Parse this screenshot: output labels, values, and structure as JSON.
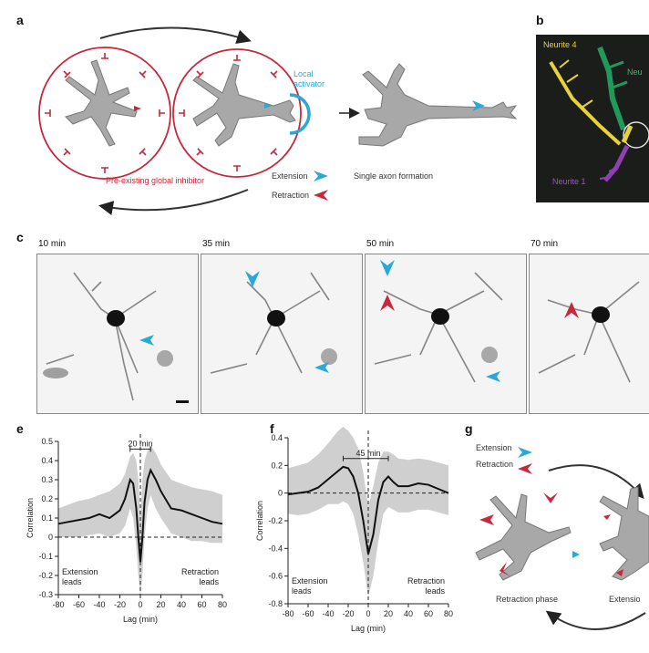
{
  "panels": {
    "a": "a",
    "b": "b",
    "c": "c",
    "e": "e",
    "f": "f",
    "g": "g"
  },
  "panel_a": {
    "local_activator": "Local\nactivator",
    "global_inhibitor": "Pre-existing global inhibitor",
    "extension": "Extension",
    "retraction": "Retraction",
    "single_axon": "Single axon formation"
  },
  "panel_b": {
    "neurite4": "Neurite 4",
    "neurite_top_right": "Neu",
    "neurite1": "Neurite 1"
  },
  "panel_c": {
    "frames": [
      "10 min",
      "35 min",
      "50 min",
      "70 min"
    ]
  },
  "panel_g": {
    "extension": "Extension",
    "retraction": "Retraction",
    "retraction_phase": "Retraction phase",
    "extension_phase": "Extensio"
  },
  "colors": {
    "extension": "#2aa8d8",
    "retraction": "#c8283c",
    "inhibitor": "#c8283c",
    "activator": "#2aa8d8",
    "neuron": "#a8a8a8",
    "band": "#cfcfcf"
  },
  "chart_data": [
    {
      "type": "line",
      "panel": "e",
      "xlabel": "Lag (min)",
      "ylabel": "Correlation",
      "xlim": [
        -80,
        80
      ],
      "ylim": [
        -0.3,
        0.5
      ],
      "xticks": [
        -80,
        -60,
        -40,
        -20,
        0,
        20,
        40,
        60,
        80
      ],
      "yticks": [
        -0.3,
        -0.2,
        -0.1,
        0,
        0.1,
        0.2,
        0.3,
        0.4,
        0.5
      ],
      "annotation": "20 min",
      "left_label": "Extension\nleads",
      "right_label": "Retraction\nleads",
      "x": [
        -80,
        -70,
        -60,
        -50,
        -40,
        -30,
        -20,
        -15,
        -10,
        -7,
        -4,
        -2,
        0,
        2,
        4,
        7,
        10,
        15,
        20,
        30,
        40,
        50,
        60,
        70,
        80
      ],
      "y": [
        0.07,
        0.08,
        0.09,
        0.1,
        0.12,
        0.1,
        0.14,
        0.2,
        0.3,
        0.28,
        0.15,
        0.0,
        -0.13,
        0.0,
        0.18,
        0.3,
        0.35,
        0.3,
        0.24,
        0.15,
        0.14,
        0.12,
        0.1,
        0.08,
        0.07
      ],
      "band_upper": [
        0.15,
        0.17,
        0.19,
        0.2,
        0.22,
        0.24,
        0.28,
        0.33,
        0.42,
        0.44,
        0.4,
        0.3,
        0.1,
        0.3,
        0.4,
        0.45,
        0.48,
        0.44,
        0.38,
        0.3,
        0.28,
        0.26,
        0.25,
        0.24,
        0.22
      ],
      "band_lower": [
        0.0,
        0.0,
        0.0,
        0.01,
        0.02,
        0.0,
        0.02,
        0.06,
        0.15,
        0.1,
        -0.05,
        -0.2,
        -0.3,
        -0.2,
        0.0,
        0.15,
        0.22,
        0.15,
        0.1,
        0.02,
        0.0,
        -0.02,
        -0.02,
        -0.03,
        -0.03
      ]
    },
    {
      "type": "line",
      "panel": "f",
      "xlabel": "Lag (min)",
      "ylabel": "Correlation",
      "xlim": [
        -80,
        80
      ],
      "ylim": [
        -0.8,
        0.4
      ],
      "xticks": [
        -80,
        -60,
        -40,
        -20,
        0,
        20,
        40,
        60,
        80
      ],
      "yticks": [
        -0.8,
        -0.6,
        -0.4,
        -0.2,
        0,
        0.2,
        0.4
      ],
      "annotation": "45 min",
      "left_label": "Extension\nleads",
      "right_label": "Retraction\nleads",
      "x": [
        -80,
        -70,
        -60,
        -50,
        -40,
        -30,
        -25,
        -20,
        -15,
        -10,
        -5,
        0,
        5,
        10,
        15,
        20,
        25,
        30,
        40,
        50,
        60,
        70,
        80
      ],
      "y": [
        -0.01,
        0.0,
        0.01,
        0.04,
        0.1,
        0.16,
        0.19,
        0.18,
        0.12,
        0.0,
        -0.2,
        -0.44,
        -0.3,
        -0.05,
        0.08,
        0.12,
        0.08,
        0.05,
        0.05,
        0.07,
        0.06,
        0.03,
        0.0
      ],
      "band_upper": [
        0.18,
        0.2,
        0.22,
        0.28,
        0.36,
        0.45,
        0.48,
        0.45,
        0.4,
        0.32,
        0.15,
        -0.1,
        0.05,
        0.22,
        0.3,
        0.3,
        0.28,
        0.25,
        0.24,
        0.25,
        0.24,
        0.22,
        0.2
      ],
      "band_lower": [
        -0.15,
        -0.16,
        -0.15,
        -0.12,
        -0.08,
        -0.08,
        -0.06,
        -0.08,
        -0.15,
        -0.3,
        -0.5,
        -0.75,
        -0.6,
        -0.35,
        -0.15,
        -0.1,
        -0.12,
        -0.14,
        -0.14,
        -0.12,
        -0.12,
        -0.14,
        -0.16
      ]
    }
  ]
}
